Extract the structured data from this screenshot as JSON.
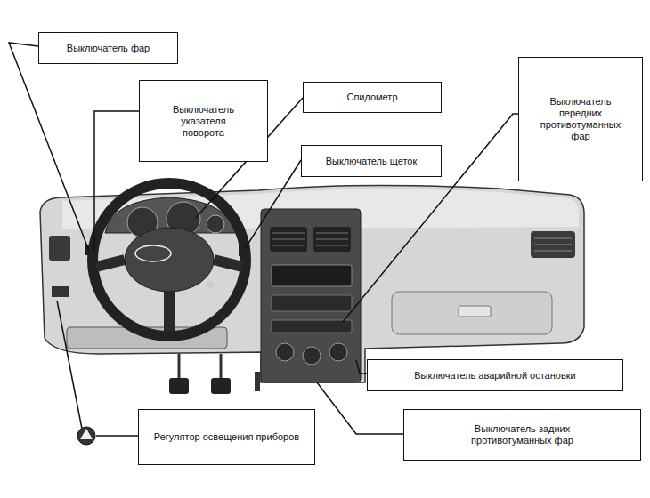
{
  "diagram": {
    "nodes": [
      {
        "text": [
          "Выключатель фар"
        ]
      },
      {
        "text": [
          "Выключатель передних противотуманных фар"
        ]
      },
      {
        "text": [
          "Выключатель указателя поворота"
        ]
      },
      {
        "text": [
          "Спидометр"
        ]
      },
      {
        "text": [
          "Выключатель щеток"
        ]
      },
      {
        "text": [
          "Выключатель аварийной остановки"
        ]
      },
      {
        "text": [
          "Регулятор освещения приборов"
        ]
      },
      {
        "text": [
          "Выключатель задних противотуманных фар"
        ]
      }
    ]
  }
}
